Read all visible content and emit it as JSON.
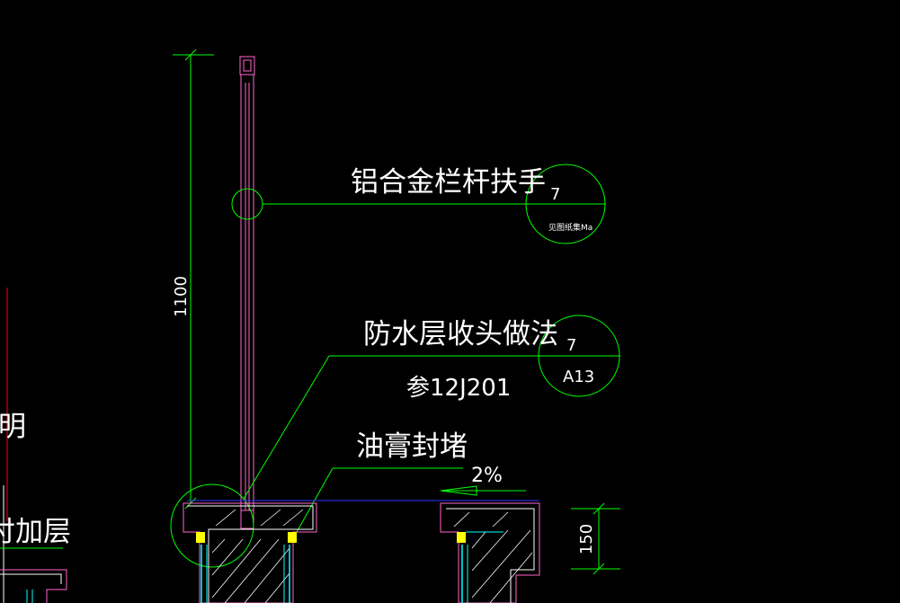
{
  "drawing": {
    "background": "#000000",
    "colors": {
      "leader": "#00ff00",
      "dimension": "#00ff00",
      "rail": "#ff66cc",
      "wall": "#ff66cc",
      "waterproof": "#0000ff",
      "sealant": "#ffff00",
      "hatch": "#00ffff",
      "text": "#ffffff"
    },
    "labels": {
      "handrail": "铝合金栏杆扶手",
      "waterproof_end": "防水层收头做法",
      "reference": "参12J201",
      "oil_seal": "油膏封堵",
      "slope": "2%",
      "left_clip_1": "明",
      "left_clip_2": "付加层"
    },
    "dimensions": {
      "rail_height": "1100",
      "parapet_height": "150"
    },
    "detail_callouts": [
      {
        "top": "7",
        "bottom": "见图纸集Ma"
      },
      {
        "top": "7",
        "bottom": "A13"
      }
    ]
  }
}
